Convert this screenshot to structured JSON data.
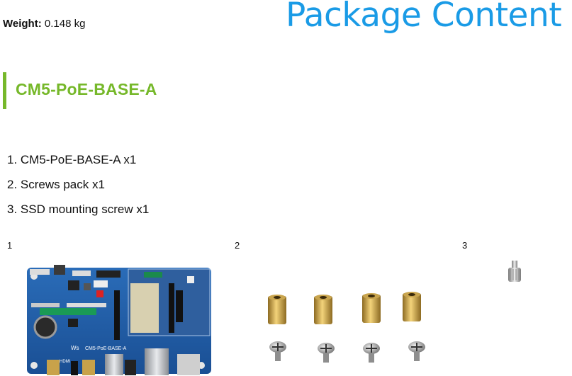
{
  "header": {
    "weight_label": "Weight:",
    "weight_value": "0.148 kg",
    "title": "Package Content"
  },
  "section": {
    "title": "CM5-PoE-BASE-A"
  },
  "contents": [
    "1. CM5-PoE-BASE-A x1",
    "2. Screws pack x1",
    "3. SSD mounting screw x1"
  ],
  "figures": [
    {
      "number": "1"
    },
    {
      "number": "2"
    },
    {
      "number": "3"
    }
  ],
  "board_silkscreen": {
    "logo": "Ws",
    "model": "CM5-PoE-BASE-A",
    "port_label": "HDMI"
  },
  "colors": {
    "title_blue": "#1a9be6",
    "accent_green": "#76b82a",
    "pcb_blue": "#1f5faa"
  }
}
